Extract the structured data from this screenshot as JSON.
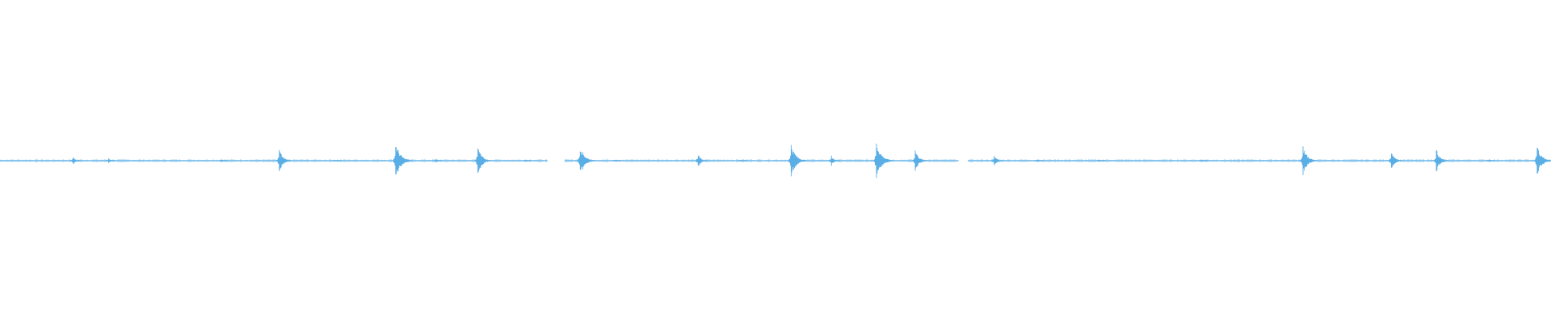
{
  "waveform": {
    "color": "#5aaee6",
    "segments": [
      {
        "start": 0.0,
        "end": 0.353
      },
      {
        "start": 0.364,
        "end": 0.618
      },
      {
        "start": 0.624,
        "end": 1.0
      }
    ],
    "transients": [
      {
        "t": 0.047,
        "amp": 0.08
      },
      {
        "t": 0.07,
        "amp": 0.05
      },
      {
        "t": 0.143,
        "amp": 0.04
      },
      {
        "t": 0.18,
        "amp": 0.22
      },
      {
        "t": 0.216,
        "amp": 0.02
      },
      {
        "t": 0.255,
        "amp": 0.35
      },
      {
        "t": 0.281,
        "amp": 0.04
      },
      {
        "t": 0.308,
        "amp": 0.27
      },
      {
        "t": 0.339,
        "amp": 0.02
      },
      {
        "t": 0.374,
        "amp": 0.3
      },
      {
        "t": 0.397,
        "amp": 0.03
      },
      {
        "t": 0.45,
        "amp": 0.14
      },
      {
        "t": 0.478,
        "amp": 0.03
      },
      {
        "t": 0.51,
        "amp": 0.33
      },
      {
        "t": 0.536,
        "amp": 0.1
      },
      {
        "t": 0.565,
        "amp": 0.36
      },
      {
        "t": 0.59,
        "amp": 0.22
      },
      {
        "t": 0.641,
        "amp": 0.12
      },
      {
        "t": 0.669,
        "amp": 0.03
      },
      {
        "t": 0.709,
        "amp": 0.02
      },
      {
        "t": 0.775,
        "amp": 0.03
      },
      {
        "t": 0.84,
        "amp": 0.29
      },
      {
        "t": 0.897,
        "amp": 0.2
      },
      {
        "t": 0.926,
        "amp": 0.22
      },
      {
        "t": 0.96,
        "amp": 0.03
      },
      {
        "t": 0.991,
        "amp": 0.3
      }
    ]
  }
}
